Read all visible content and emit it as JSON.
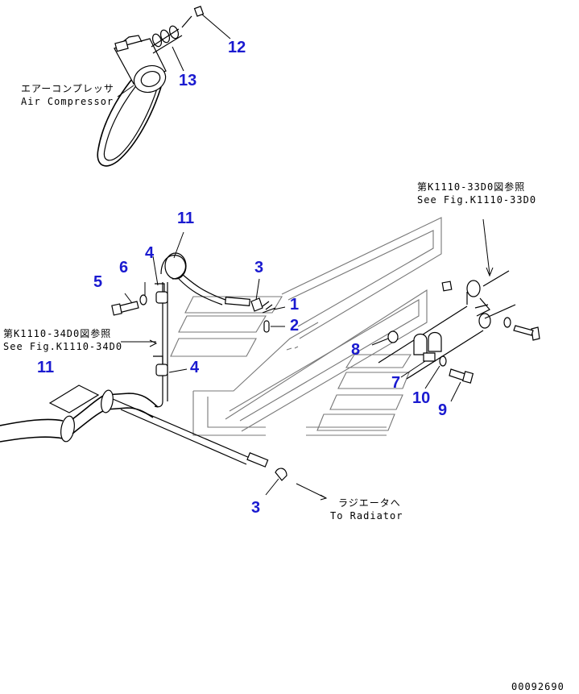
{
  "labels": {
    "air_compressor_jp": "エアーコンプレッサ",
    "air_compressor_en": "Air Compressor",
    "ref_33d0_jp": "第K1110-33D0図参照",
    "ref_33d0_en": "See Fig.K1110-33D0",
    "ref_34d0_jp": "第K1110-34D0図参照",
    "ref_34d0_en": "See Fig.K1110-34D0",
    "radiator_jp": "ラジエータへ",
    "radiator_en": "To Radiator",
    "drawing_number": "00092690"
  },
  "callouts": {
    "c1": "1",
    "c2": "2",
    "c3a": "3",
    "c3b": "3",
    "c4a": "4",
    "c4b": "4",
    "c5": "5",
    "c6": "6",
    "c7": "7",
    "c8": "8",
    "c9": "9",
    "c10": "10",
    "c11a": "11",
    "c11b": "11",
    "c12": "12",
    "c13": "13"
  },
  "colors": {
    "callout": "#1a1ad0",
    "line": "#000000"
  }
}
